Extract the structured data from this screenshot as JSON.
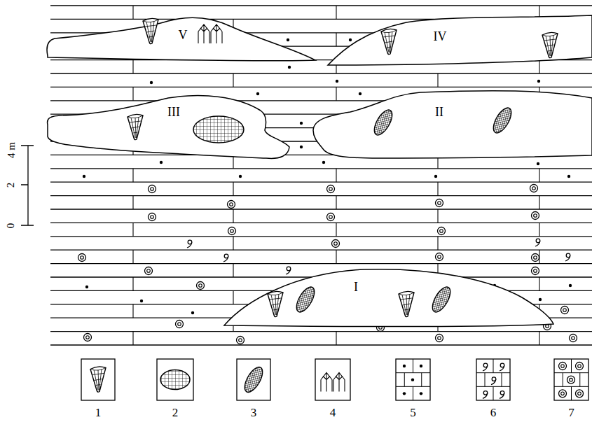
{
  "diagram": {
    "nodes": [
      {
        "text": [
          "V"
        ]
      },
      {
        "text": [
          "IV"
        ]
      },
      {
        "text": [
          "III"
        ]
      },
      {
        "text": [
          "II"
        ]
      },
      {
        "text": [
          "I"
        ]
      }
    ],
    "labels": [
      "0",
      "2",
      "4 m"
    ],
    "legend": [
      {
        "text": "1"
      },
      {
        "text": "2"
      },
      {
        "text": "3"
      },
      {
        "text": "4"
      },
      {
        "text": "5"
      },
      {
        "text": "6"
      },
      {
        "text": "7"
      }
    ]
  }
}
